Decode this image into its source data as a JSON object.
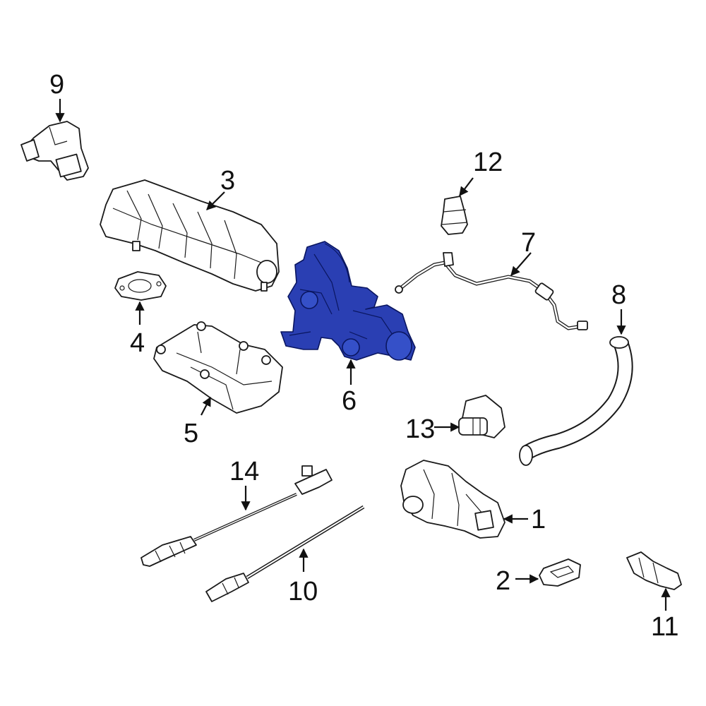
{
  "colors": {
    "highlight": "#2a3fb3",
    "outline": "#1a1a1a",
    "background": "#ffffff"
  },
  "callouts": {
    "c1": "1",
    "c2": "2",
    "c3": "3",
    "c4": "4",
    "c5": "5",
    "c6": "6",
    "c7": "7",
    "c8": "8",
    "c9": "9",
    "c10": "10",
    "c11": "11",
    "c12": "12",
    "c13": "13",
    "c14": "14"
  }
}
